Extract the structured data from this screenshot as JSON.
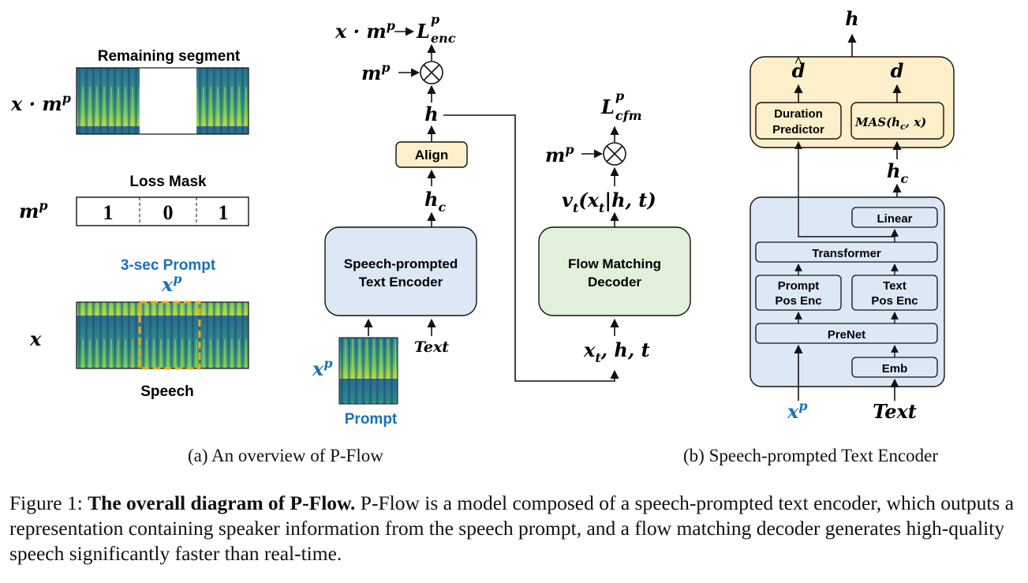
{
  "panel_a": {
    "masked_label": "x · m",
    "masked_label_sup": "p",
    "remaining_segment": "Remaining segment",
    "loss_mask_title": "Loss Mask",
    "mask_label": "m",
    "mask_label_sup": "p",
    "mask_values": [
      "1",
      "0",
      "1"
    ],
    "prompt_title": "3-sec Prompt",
    "prompt_symbol": "x",
    "prompt_symbol_sup": "p",
    "speech_symbol": "x",
    "speech_label": "Speech",
    "top_output": "x · m",
    "top_output_sup": "p",
    "top_output_loss": "L",
    "top_output_loss_sup": "p",
    "top_output_loss_sub": "enc",
    "mp_left": "m",
    "mp_left_sup": "p",
    "h_label": "h",
    "align_label": "Align",
    "hc_label": "h",
    "hc_sub": "c",
    "encoder_line1": "Speech-prompted",
    "encoder_line2": "Text Encoder",
    "prompt_input_symbol": "x",
    "prompt_input_sup": "p",
    "prompt_input_label": "Prompt",
    "text_input_label": "Text",
    "loss_cfm": "L",
    "loss_cfm_sup": "p",
    "loss_cfm_sub": "cfm",
    "mp_right": "m",
    "mp_right_sup": "p",
    "vt_label": "v",
    "vt_sub": "t",
    "vt_arg": "(x",
    "vt_arg_sub": "t",
    "vt_arg_rest": "|h, t)",
    "decoder_line1": "Flow Matching",
    "decoder_line2": "Decoder",
    "decoder_input": "x",
    "decoder_input_sub": "t",
    "decoder_input_rest": ", h, t"
  },
  "panel_b": {
    "h_output": "h",
    "d_hat": "d",
    "d": "d",
    "duration_line1": "Duration",
    "duration_line2": "Predictor",
    "mas_label": "MAS(h",
    "mas_sub": "c",
    "mas_rest": ", x)",
    "hc_label": "h",
    "hc_sub": "c",
    "linear": "Linear",
    "transformer": "Transformer",
    "prompt_pos_line1": "Prompt",
    "prompt_pos_line2": "Pos Enc",
    "text_pos_line1": "Text",
    "text_pos_line2": "Pos Enc",
    "prenet": "PreNet",
    "emb": "Emb",
    "input_prompt": "x",
    "input_prompt_sup": "p",
    "input_text": "Text"
  },
  "captions": {
    "a": "(a) An overview of P-Flow",
    "b": "(b) Speech-prompted Text Encoder",
    "figure_label": "Figure 1:",
    "figure_bold": "The overall diagram of P-Flow.",
    "figure_text": "P-Flow is a model composed of a speech-prompted text encoder, which outputs a representation containing speaker information from the speech prompt, and a flow matching decoder generates high-quality speech significantly faster than real-time."
  },
  "colors": {
    "accent_blue": "#1a6fbf",
    "encoder_fill": "#dce8f5",
    "decoder_fill": "#e2efd9",
    "align_fill": "#fdefc9",
    "prompt_box": "#f0a81c"
  }
}
